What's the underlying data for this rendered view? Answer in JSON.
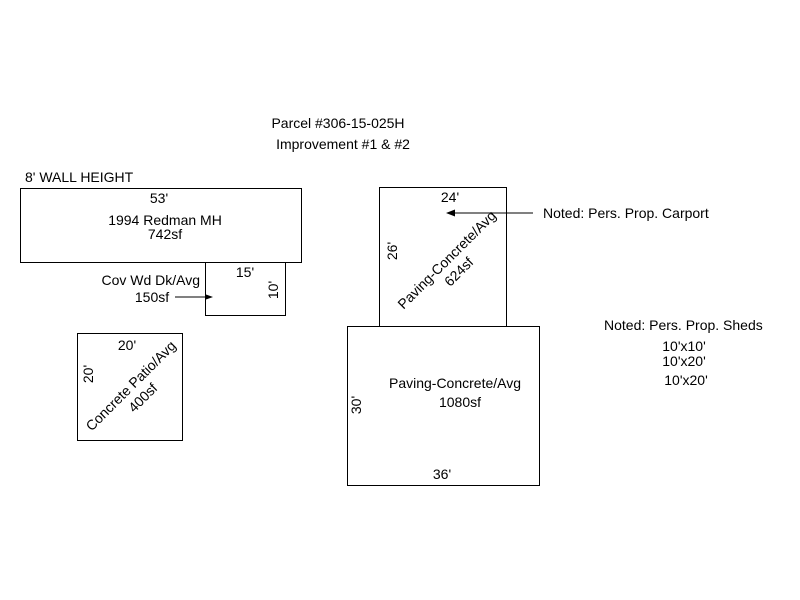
{
  "header": {
    "parcel": "Parcel #306-15-025H",
    "improvement": "Improvement #1 & #2"
  },
  "wall_height": "8' WALL HEIGHT",
  "areas": {
    "mh": {
      "width_label": "53'",
      "name": "1994 Redman MH",
      "area": "742sf"
    },
    "deck": {
      "width_label": "15'",
      "height_label": "10'",
      "name": "Cov Wd Dk/Avg",
      "area": "150sf"
    },
    "patio": {
      "width_label": "20'",
      "height_label": "20'",
      "name": "Concrete Patio/Avg",
      "area": "400sf"
    },
    "paving_small": {
      "width_label": "24'",
      "height_label": "26'",
      "name": "Paving-Concrete/Avg",
      "area": "624sf"
    },
    "paving_large": {
      "width_label": "36'",
      "height_label": "30'",
      "name": "Paving-Concrete/Avg",
      "area": "1080sf"
    }
  },
  "notes": {
    "carport": "Noted: Pers. Prop. Carport",
    "sheds_title": "Noted: Pers. Prop. Sheds",
    "sheds": [
      "10'x10'",
      "10'x20'",
      "10'x20'"
    ]
  }
}
